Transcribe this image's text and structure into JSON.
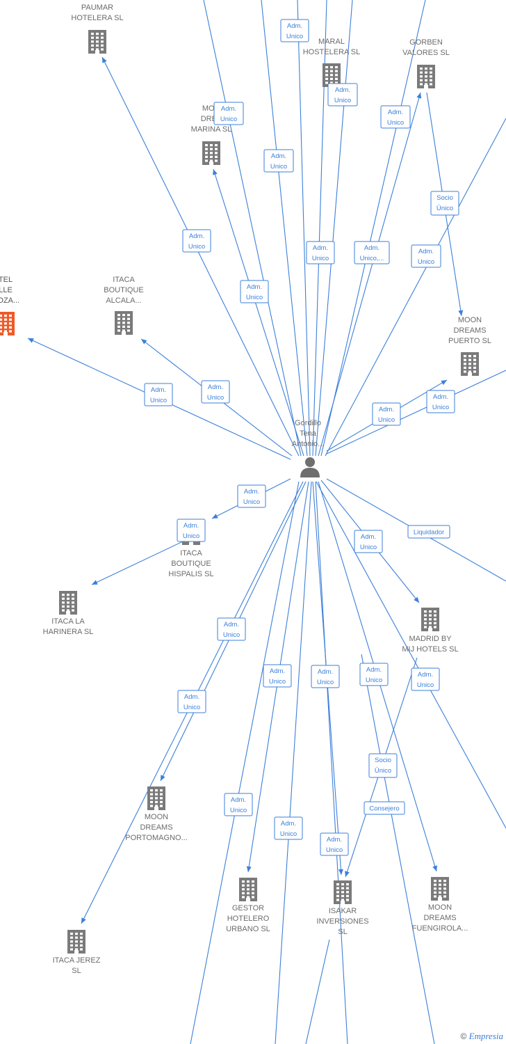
{
  "diagram": {
    "center": {
      "id": "person",
      "label_lines": [
        "Gordillo",
        "Tena",
        "Antonio..."
      ]
    },
    "nodes": [
      {
        "id": "paumar",
        "label_lines": [
          "PAUMAR",
          "HOTELERA SL"
        ],
        "color": "#7a7a7a"
      },
      {
        "id": "maral",
        "label_lines": [
          "MARAL",
          "HOSTELERA SL"
        ],
        "color": "#7a7a7a"
      },
      {
        "id": "gorben",
        "label_lines": [
          "GORBEN",
          "VALORES SL"
        ],
        "color": "#7a7a7a"
      },
      {
        "id": "moon-marina",
        "label_lines": [
          "MOO",
          "DREA",
          "MARINA SL"
        ],
        "color": "#7a7a7a"
      },
      {
        "id": "hotel-calle",
        "label_lines": [
          "TEL",
          "LLE",
          "GOZA..."
        ],
        "color": "#ef5a28"
      },
      {
        "id": "itaca-alcala",
        "label_lines": [
          "ITACA",
          "BOUTIQUE",
          "ALCALA..."
        ],
        "color": "#7a7a7a"
      },
      {
        "id": "moon-puerto",
        "label_lines": [
          "MOON",
          "DREAMS",
          "PUERTO SL"
        ],
        "color": "#7a7a7a"
      },
      {
        "id": "itaca-hispalis",
        "label_lines": [
          "ITACA",
          "BOUTIQUE",
          "HISPALIS SL"
        ],
        "color": "#7a7a7a"
      },
      {
        "id": "itaca-harinera",
        "label_lines": [
          "ITACA LA",
          "HARINERA SL"
        ],
        "color": "#7a7a7a"
      },
      {
        "id": "madrid-mij",
        "label_lines": [
          "MADRID BY",
          "MIJ HOTELS SL"
        ],
        "color": "#7a7a7a"
      },
      {
        "id": "moon-portomagno",
        "label_lines": [
          "MOON",
          "DREAMS",
          "PORTOMAGNO..."
        ],
        "color": "#7a7a7a"
      },
      {
        "id": "gestor",
        "label_lines": [
          "GESTOR",
          "HOTELERO",
          "URBANO SL"
        ],
        "color": "#7a7a7a"
      },
      {
        "id": "isakar",
        "label_lines": [
          "ISAKAR",
          "INVERSIONES",
          "SL"
        ],
        "color": "#7a7a7a"
      },
      {
        "id": "moon-fuengirola",
        "label_lines": [
          "MOON",
          "DREAMS",
          "FUENGIROLA..."
        ],
        "color": "#7a7a7a"
      },
      {
        "id": "itaca-jerez",
        "label_lines": [
          "ITACA JEREZ",
          "SL"
        ],
        "color": "#7a7a7a"
      }
    ],
    "edge_labels": [
      {
        "id": "e1",
        "lines": [
          "Adm.",
          "Unico"
        ]
      },
      {
        "id": "e2",
        "lines": [
          "Adm.",
          "Unico"
        ]
      },
      {
        "id": "e3",
        "lines": [
          "Adm.",
          "Unico"
        ]
      },
      {
        "id": "e4",
        "lines": [
          "Adm.",
          "Unico"
        ]
      },
      {
        "id": "e5",
        "lines": [
          "Adm.",
          "Unico"
        ]
      },
      {
        "id": "e6",
        "lines": [
          "Socio",
          "Único"
        ]
      },
      {
        "id": "e7",
        "lines": [
          "Adm.",
          "Unico"
        ]
      },
      {
        "id": "e8",
        "lines": [
          "Adm.",
          "Unico"
        ]
      },
      {
        "id": "e9",
        "lines": [
          "Adm.",
          "Unico"
        ]
      },
      {
        "id": "e10",
        "lines": [
          "Adm.",
          "Unico,..."
        ]
      },
      {
        "id": "e11",
        "lines": [
          "Adm.",
          "Unico"
        ]
      },
      {
        "id": "e12",
        "lines": [
          "Adm.",
          "Unico"
        ]
      },
      {
        "id": "e13",
        "lines": [
          "Adm.",
          "Unico"
        ]
      },
      {
        "id": "e14",
        "lines": [
          "Adm.",
          "Unico"
        ]
      },
      {
        "id": "e15",
        "lines": [
          "Adm.",
          "Unico"
        ]
      },
      {
        "id": "e16",
        "lines": [
          "Adm.",
          "Unico"
        ]
      },
      {
        "id": "e17",
        "lines": [
          "Adm.",
          "Unico"
        ]
      },
      {
        "id": "e18",
        "lines": [
          "Adm.",
          "Unico"
        ]
      },
      {
        "id": "e19",
        "lines": [
          "Adm.",
          "Unico"
        ]
      },
      {
        "id": "e20",
        "lines": [
          "Liquidador"
        ]
      },
      {
        "id": "e21",
        "lines": [
          "Adm.",
          "Unico"
        ]
      },
      {
        "id": "e22",
        "lines": [
          "Adm.",
          "Unico"
        ]
      },
      {
        "id": "e23",
        "lines": [
          "Adm.",
          "Unico"
        ]
      },
      {
        "id": "e24",
        "lines": [
          "Adm.",
          "Unico"
        ]
      },
      {
        "id": "e25",
        "lines": [
          "Adm.",
          "Unico"
        ]
      },
      {
        "id": "e26",
        "lines": [
          "Adm.",
          "Unico"
        ]
      },
      {
        "id": "e27",
        "lines": [
          "Socio",
          "Único"
        ]
      },
      {
        "id": "e28",
        "lines": [
          "Consejero"
        ]
      },
      {
        "id": "e29",
        "lines": [
          "Adm.",
          "Unico"
        ]
      },
      {
        "id": "e30",
        "lines": [
          "Adm.",
          "Unico"
        ]
      },
      {
        "id": "e31",
        "lines": [
          "Adm.",
          "Unico"
        ]
      },
      {
        "id": "e32",
        "lines": [
          "Adm.",
          "Unico"
        ]
      }
    ]
  },
  "footer": {
    "copyright": "©",
    "brand": "Empresia"
  },
  "colors": {
    "edge": "#3b7fd9",
    "building": "#7a7a7a",
    "highlight": "#ef5a28",
    "person": "#6e6e6e"
  }
}
